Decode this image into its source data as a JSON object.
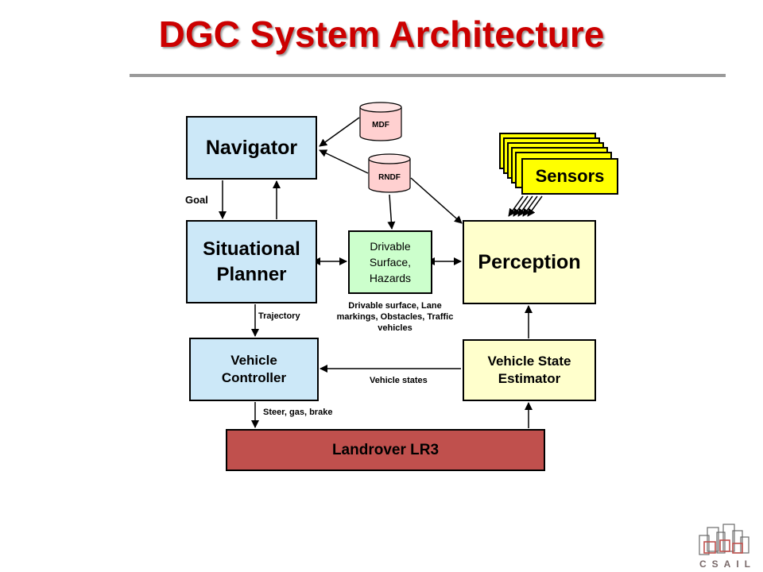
{
  "slide": {
    "title": "DGC System Architecture"
  },
  "nodes": {
    "navigator": "Navigator",
    "situational_planner": [
      "Situational",
      "Planner"
    ],
    "vehicle_controller": [
      "Vehicle",
      "Controller"
    ],
    "drivable": [
      "Drivable",
      "Surface,",
      "Hazards"
    ],
    "perception": "Perception",
    "vehicle_state_estimator": [
      "Vehicle State",
      "Estimator"
    ],
    "landrover": "Landrover LR3",
    "sensors": "Sensors",
    "mdf": "MDF",
    "rndf": "RNDF"
  },
  "edge_labels": {
    "goal": "Goal",
    "trajectory": "Trajectory",
    "drivable_output": "Drivable surface, Lane markings, Obstacles, Traffic vehicles",
    "vehicle_states": "Vehicle states",
    "steer": "Steer, gas, brake"
  },
  "logo": {
    "text": "CSAIL"
  },
  "colors": {
    "title": "#cc0000",
    "planner_boxes": "#cce8f8",
    "perception_boxes": "#ffffcc",
    "drivable_box": "#ccffcc",
    "landrover_box": "#c0504d",
    "sensors": "#ffff00",
    "databases": "#ffd0d0"
  }
}
